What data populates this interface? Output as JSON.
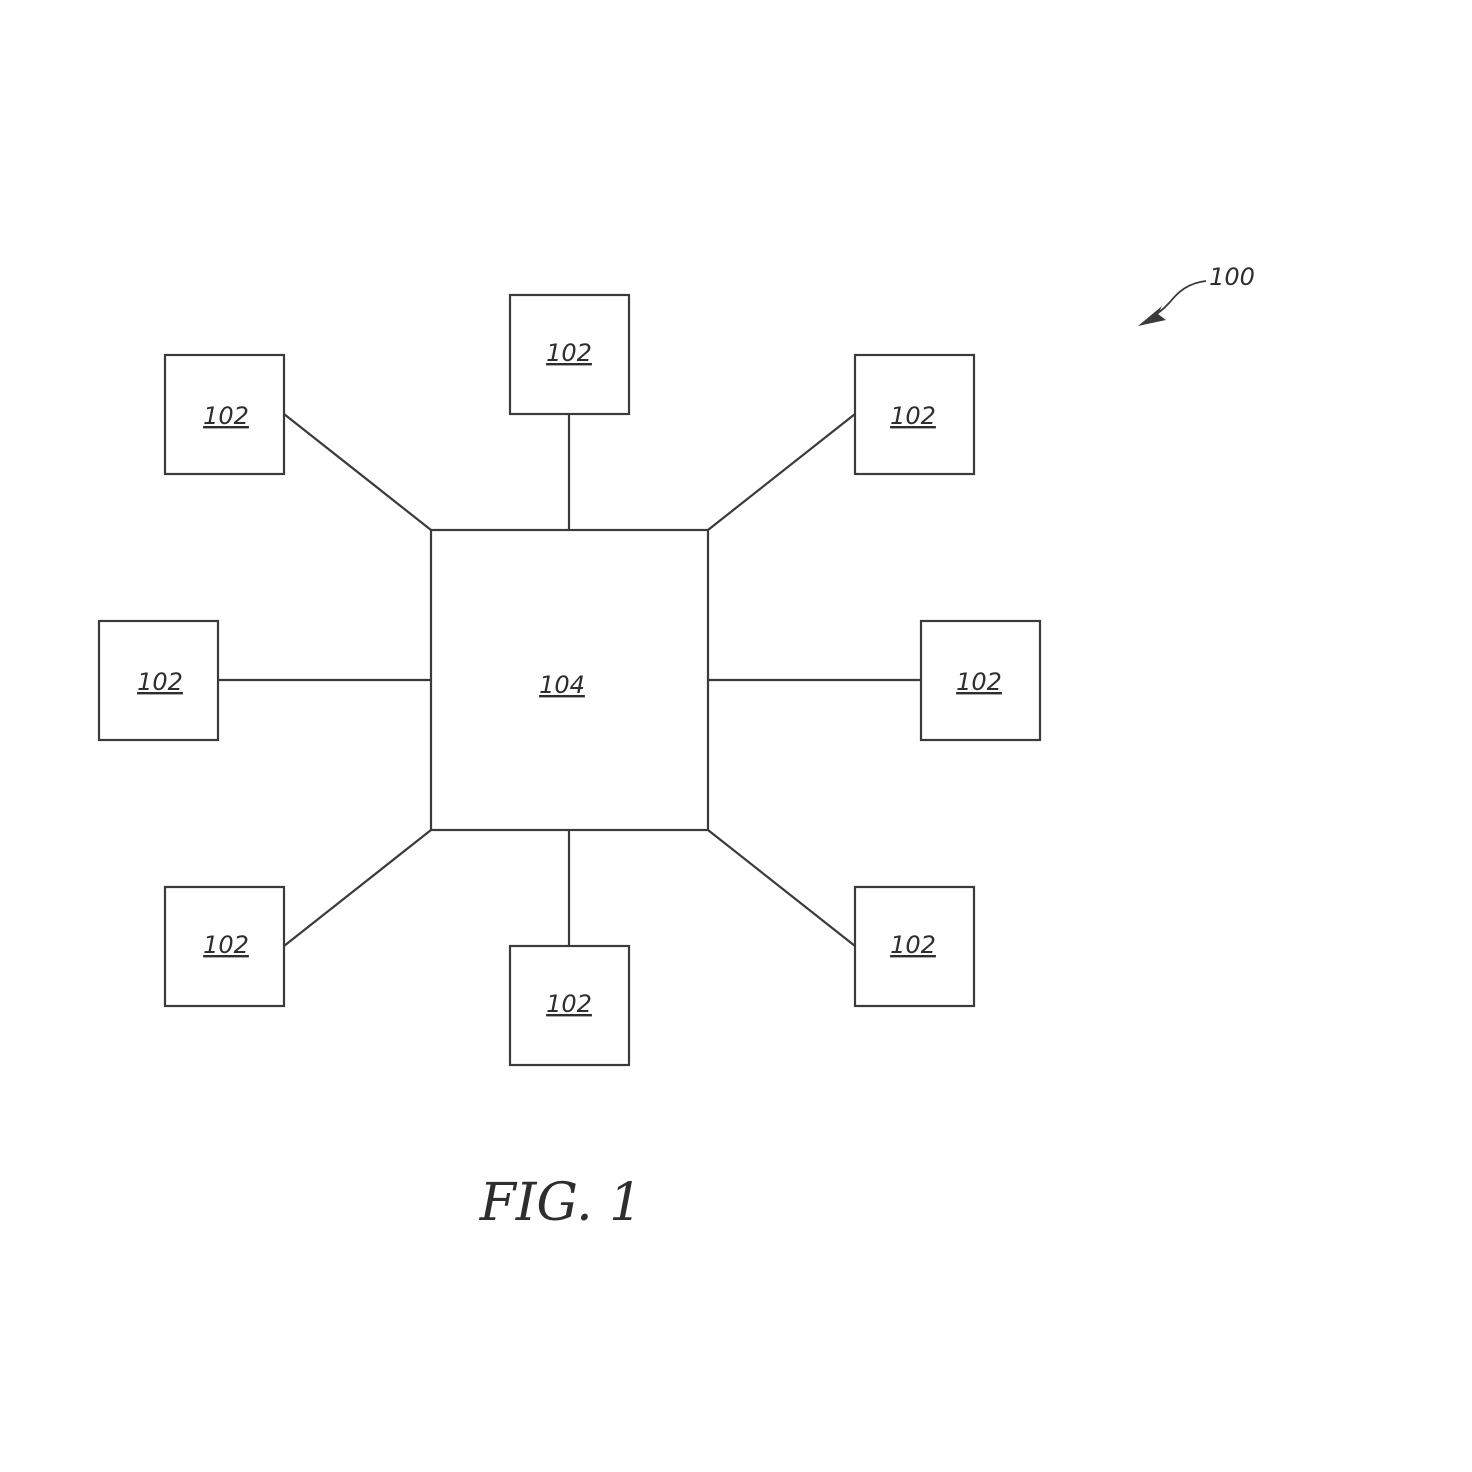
{
  "system_ref": "100",
  "hub": {
    "label": "104"
  },
  "nodes": [
    {
      "id": "top",
      "label": "102"
    },
    {
      "id": "top-left",
      "label": "102"
    },
    {
      "id": "top-right",
      "label": "102"
    },
    {
      "id": "left",
      "label": "102"
    },
    {
      "id": "right",
      "label": "102"
    },
    {
      "id": "bottom-left",
      "label": "102"
    },
    {
      "id": "bottom",
      "label": "102"
    },
    {
      "id": "bottom-right",
      "label": "102"
    }
  ],
  "figure_caption": "FIG. 1"
}
